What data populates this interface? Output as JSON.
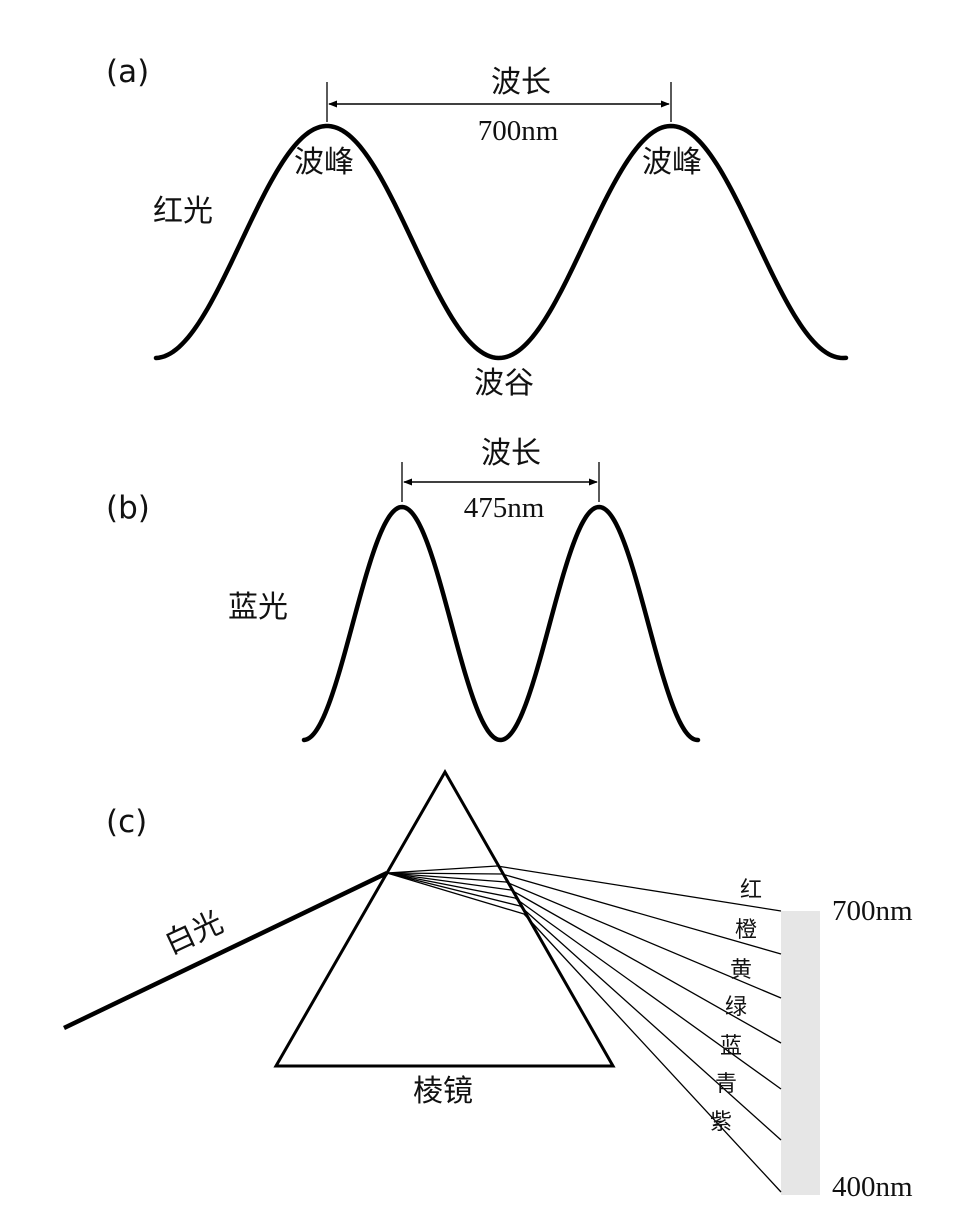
{
  "panel_a": {
    "label": "(a)",
    "wavelength_label": "波长",
    "wavelength_value": "700nm",
    "crest_left": "波峰",
    "crest_right": "波峰",
    "trough": "波谷",
    "light": "红光"
  },
  "panel_b": {
    "label": "(b)",
    "wavelength_label": "波长",
    "wavelength_value": "475nm",
    "light": "蓝光"
  },
  "panel_c": {
    "label": "(c)",
    "white_light": "白光",
    "prism": "棱镜",
    "colors": [
      "红",
      "橙",
      "黄",
      "绿",
      "蓝",
      "青",
      "紫"
    ],
    "spectrum_top": "700nm",
    "spectrum_bottom": "400nm",
    "spectrum_color": "#e6e6e6"
  }
}
